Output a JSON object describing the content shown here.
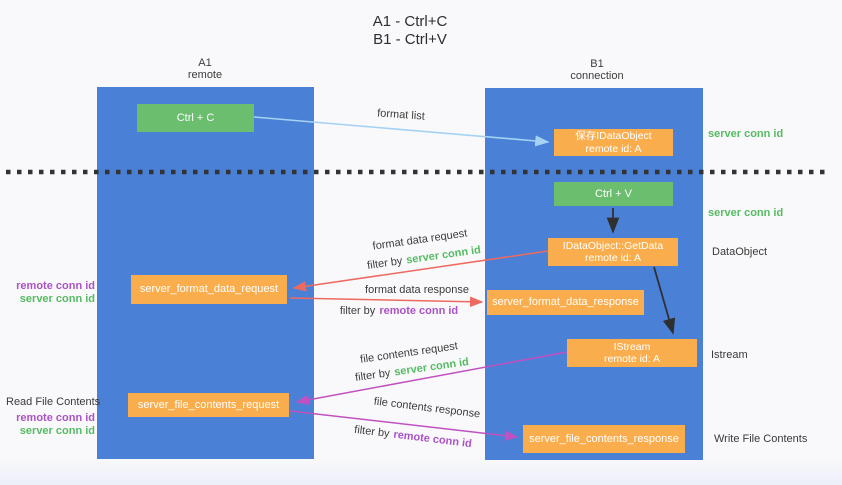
{
  "title": {
    "line1": "A1 - Ctrl+C",
    "line2": "B1 - Ctrl+V"
  },
  "lanes": {
    "left": {
      "header_line1": "A1",
      "header_line2": "remote"
    },
    "right": {
      "header_line1": "B1",
      "header_line2": "connection"
    }
  },
  "nodes": {
    "ctrl_c": {
      "label": "Ctrl + C"
    },
    "ctrl_v": {
      "label": "Ctrl + V"
    },
    "save_idataobject": {
      "line1": "保存IDataObject",
      "line2": "remote id: A"
    },
    "getdata": {
      "line1": "IDataObject::GetData",
      "line2": "remote id: A"
    },
    "istream": {
      "line1": "IStream",
      "line2": "remote id: A"
    },
    "format_request": {
      "label": "server_format_data_request"
    },
    "format_response": {
      "label": "server_format_data_response"
    },
    "file_request": {
      "label": "server_file_contents_request"
    },
    "file_response": {
      "label": "server_file_contents_response"
    }
  },
  "flow_labels": {
    "format_list": "format list",
    "format_data_request": "format data request",
    "format_data_response": "format data response",
    "file_contents_request": "file contents request",
    "file_contents_response": "file contents response",
    "filter_by": "filter by",
    "server_conn_id": "server conn id",
    "remote_conn_id": "remote conn id"
  },
  "side_labels": {
    "left_top": {
      "remote_conn_id": "remote conn id",
      "server_conn_id": "server conn id"
    },
    "read_file_contents": "Read File Contents",
    "left_bottom": {
      "remote_conn_id": "remote conn id",
      "server_conn_id": "server conn id"
    },
    "server_conn_id_top": "server conn id",
    "server_conn_id_mid": "server conn id",
    "dataobject": "DataObject",
    "istream": "Istream",
    "write_file_contents": "Write File Contents"
  },
  "colors": {
    "lane_blue": "#4a80d6",
    "node_orange": "#f9ad4c",
    "node_green": "#6bbe6e",
    "conn_id_green": "#55bb62",
    "conn_id_purple": "#ab53c5",
    "arrow_red": "#ed6a60",
    "arrow_magenta": "#c051c1",
    "arrow_light_blue": "#a5d2f2",
    "arrow_black": "#2f2f2f",
    "background": "#f9f9fb"
  }
}
